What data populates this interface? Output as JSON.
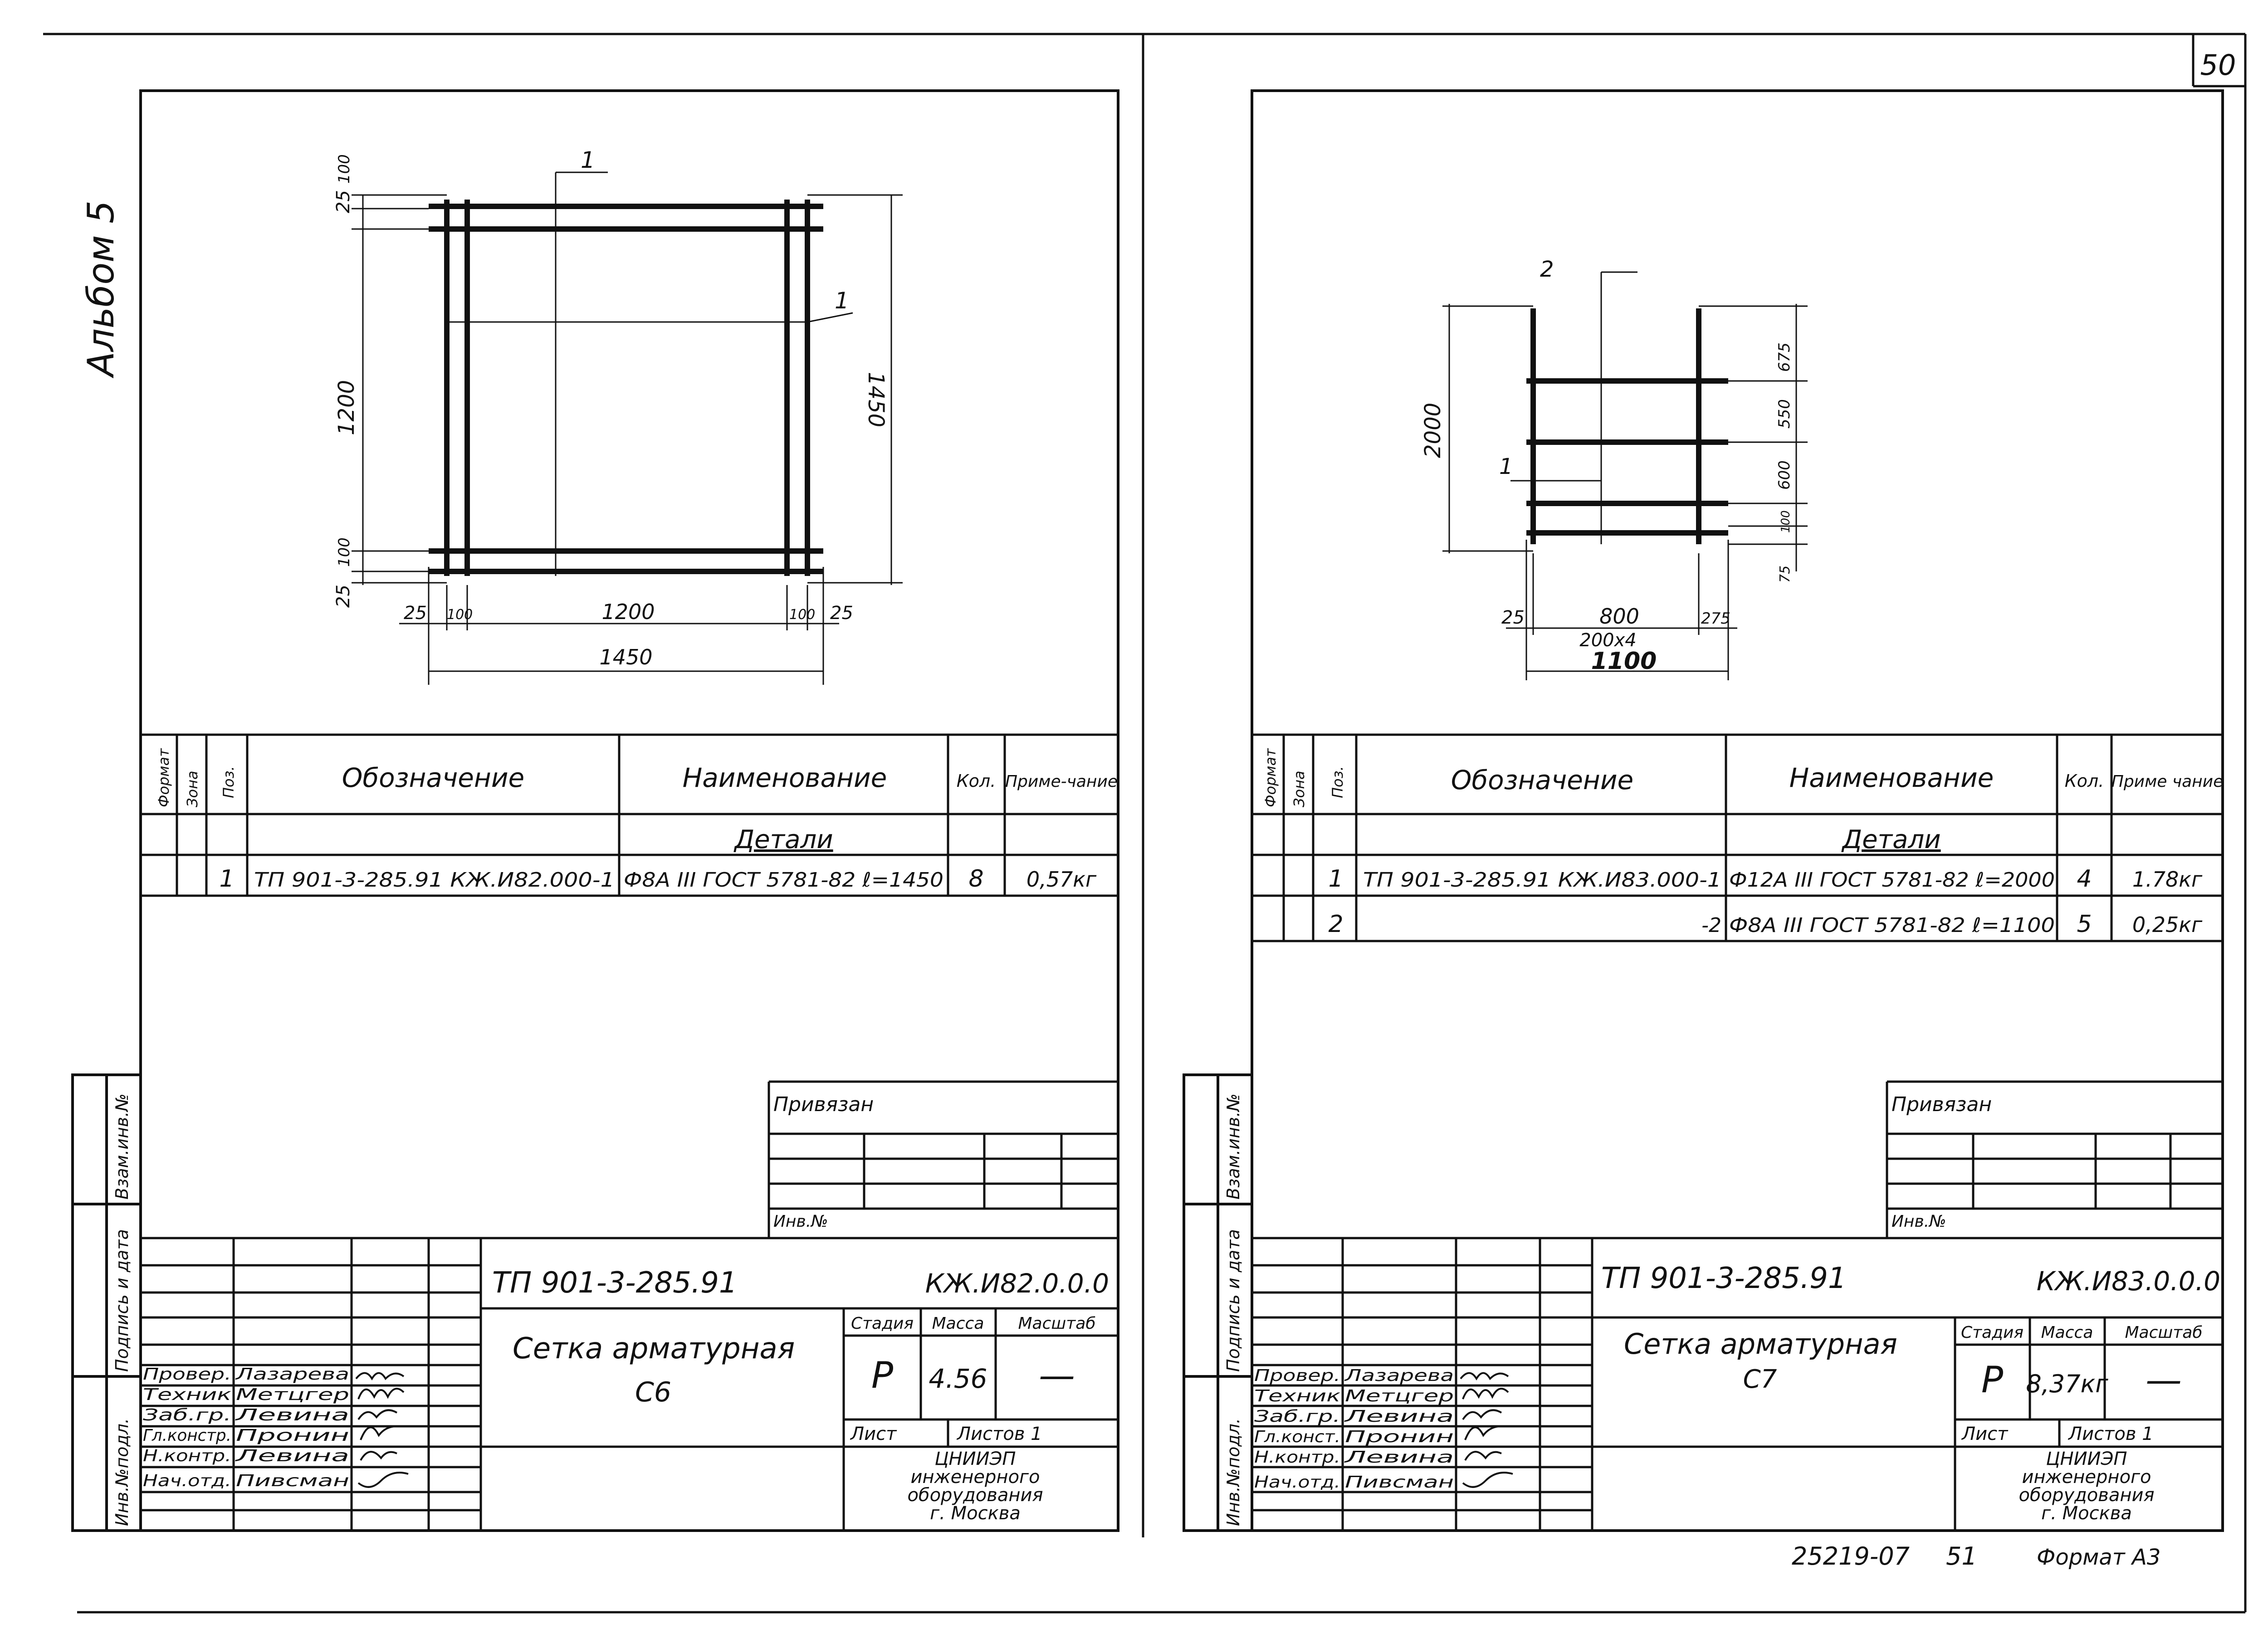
{
  "page": {
    "sheet_number": "50",
    "album_label": "Альбом 5",
    "footer_code": "25219-07",
    "footer_page": "51",
    "footer_format": "Формат А3"
  },
  "left": {
    "drawing": {
      "dims": {
        "top_25": "25",
        "top_100": "100",
        "left_1200": "1200",
        "bot_100": "100",
        "bot_25": "25",
        "right_1450": "1450",
        "b25a": "25",
        "b100a": "100",
        "b1200": "1200",
        "b100b": "100",
        "b25b": "25",
        "b1450": "1450",
        "callout_top": "1",
        "callout_right": "1"
      }
    },
    "spec": {
      "headers": {
        "format": "Формат",
        "zone": "Зона",
        "pos": "Поз.",
        "designation": "Обозначение",
        "name": "Наименование",
        "qty": "Кол.",
        "note": "Приме-чание"
      },
      "section": "Детали",
      "rows": [
        {
          "pos": "1",
          "designation": "ТП 901-3-285.91 КЖ.И82.000-1",
          "name": "Ф8А III ГОСТ 5781-82 ℓ=1450",
          "qty": "8",
          "note": "0,57кг"
        }
      ]
    },
    "side_labels": {
      "a": "Взам.инв.№",
      "b": "Подпись и дата",
      "c": "Инв.№подл."
    },
    "privyazan": {
      "title": "Привязан",
      "inv": "Инв.№"
    },
    "title_block": {
      "doc_code": "ТП 901-3-285.91",
      "mark": "КЖ.И82.0.0.0",
      "title_line1": "Сетка арматурная",
      "title_line2": "С6",
      "stage_h": "Стадия",
      "mass_h": "Масса",
      "scale_h": "Масштаб",
      "stage": "Р",
      "mass": "4.56",
      "scale": "—",
      "sheet_h": "Лист",
      "sheets_h": "Листов 1",
      "org1": "ЦНИИЭП",
      "org2": "инженерного",
      "org3": "оборудования",
      "org4": "г. Москва",
      "staff": [
        {
          "role": "Провер.",
          "name": "Лазарева"
        },
        {
          "role": "Техник",
          "name": "Метцгер"
        },
        {
          "role": "Заб.гр.",
          "name": "Левина"
        },
        {
          "role": "Гл.констр.",
          "name": "Пронин"
        },
        {
          "role": "Н.контр.",
          "name": "Левина"
        },
        {
          "role": "Нач.отд.",
          "name": "Пивсман"
        }
      ]
    }
  },
  "right": {
    "drawing": {
      "dims": {
        "d2000": "2000",
        "d675": "675",
        "d550": "550",
        "d600": "600",
        "d100": "100",
        "d75": "75",
        "b25": "25",
        "b800": "800",
        "b275": "275",
        "b200x4": "200х4",
        "b1100": "1100",
        "callout_top": "2",
        "callout_left": "1"
      }
    },
    "spec": {
      "headers": {
        "format": "Формат",
        "zone": "Зона",
        "pos": "Поз.",
        "designation": "Обозначение",
        "name": "Наименование",
        "qty": "Кол.",
        "note": "Приме чание"
      },
      "section": "Детали",
      "rows": [
        {
          "pos": "1",
          "designation": "ТП 901-3-285.91 КЖ.И83.000-1",
          "name": "Ф12А III ГОСТ 5781-82 ℓ=2000",
          "qty": "4",
          "note": "1.78кг"
        },
        {
          "pos": "2",
          "designation": "-2",
          "name": "Ф8А III ГОСТ 5781-82 ℓ=1100",
          "qty": "5",
          "note": "0,25кг"
        }
      ]
    },
    "side_labels": {
      "a": "Взам.инв.№",
      "b": "Подпись и дата",
      "c": "Инв.№подл."
    },
    "privyazan": {
      "title": "Привязан",
      "inv": "Инв.№"
    },
    "title_block": {
      "doc_code": "ТП 901-3-285.91",
      "mark": "КЖ.И83.0.0.0",
      "title_line1": "Сетка арматурная",
      "title_line2": "С7",
      "stage_h": "Стадия",
      "mass_h": "Масса",
      "scale_h": "Масштаб",
      "stage": "Р",
      "mass": "8,37кг",
      "scale": "—",
      "sheet_h": "Лист",
      "sheets_h": "Листов 1",
      "org1": "ЦНИИЭП",
      "org2": "инженерного",
      "org3": "оборудования",
      "org4": "г. Москва",
      "staff": [
        {
          "role": "Провер.",
          "name": "Лазарева"
        },
        {
          "role": "Техник",
          "name": "Метцгер"
        },
        {
          "role": "Заб.гр.",
          "name": "Левина"
        },
        {
          "role": "Гл.конст.",
          "name": "Пронин"
        },
        {
          "role": "Н.контр.",
          "name": "Левина"
        },
        {
          "role": "Нач.отд.",
          "name": "Пивсман"
        }
      ]
    }
  }
}
